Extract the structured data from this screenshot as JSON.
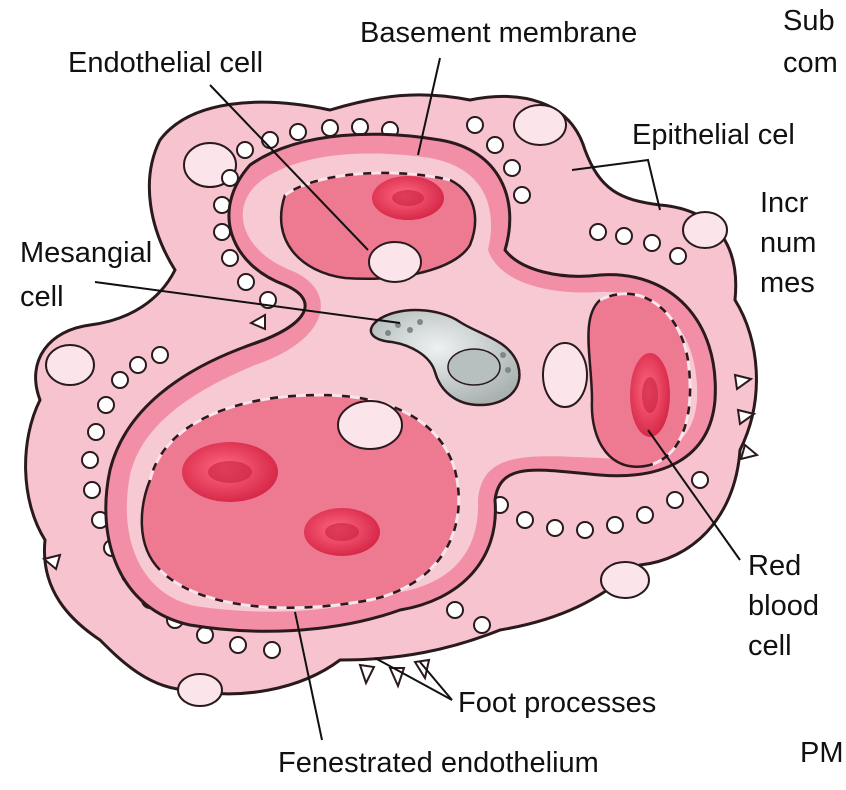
{
  "labels": {
    "basement_membrane": "Basement membrane",
    "endothelial_cell": "Endothelial cell",
    "epithelial_cell": "Epithelial cel",
    "mesangial_cell_line1": "Mesangial",
    "mesangial_cell_line2": "cell",
    "red_blood_cell_line1": "Red",
    "red_blood_cell_line2": "blood",
    "red_blood_cell_line3": "cell",
    "foot_processes": "Foot processes",
    "fenestrated_endothelium": "Fenestrated endothelium",
    "cut_sub_line1": "Sub",
    "cut_sub_line2": "com",
    "cut_incr_line1": "Incr",
    "cut_incr_line2": "num",
    "cut_incr_line3": "mes",
    "cut_pm": "PM"
  },
  "colors": {
    "epithelium_outer": "#f4b8c8",
    "epithelium_edge": "#2a1a1e",
    "basement_membrane": "#f28fa6",
    "capillary_wall": "#f7c9d3",
    "lumen": "#ee7a92",
    "red_blood_cell": "#e0304e",
    "nucleus": "#fbe4ea",
    "mesangial_cell": "#c9cfcf"
  }
}
